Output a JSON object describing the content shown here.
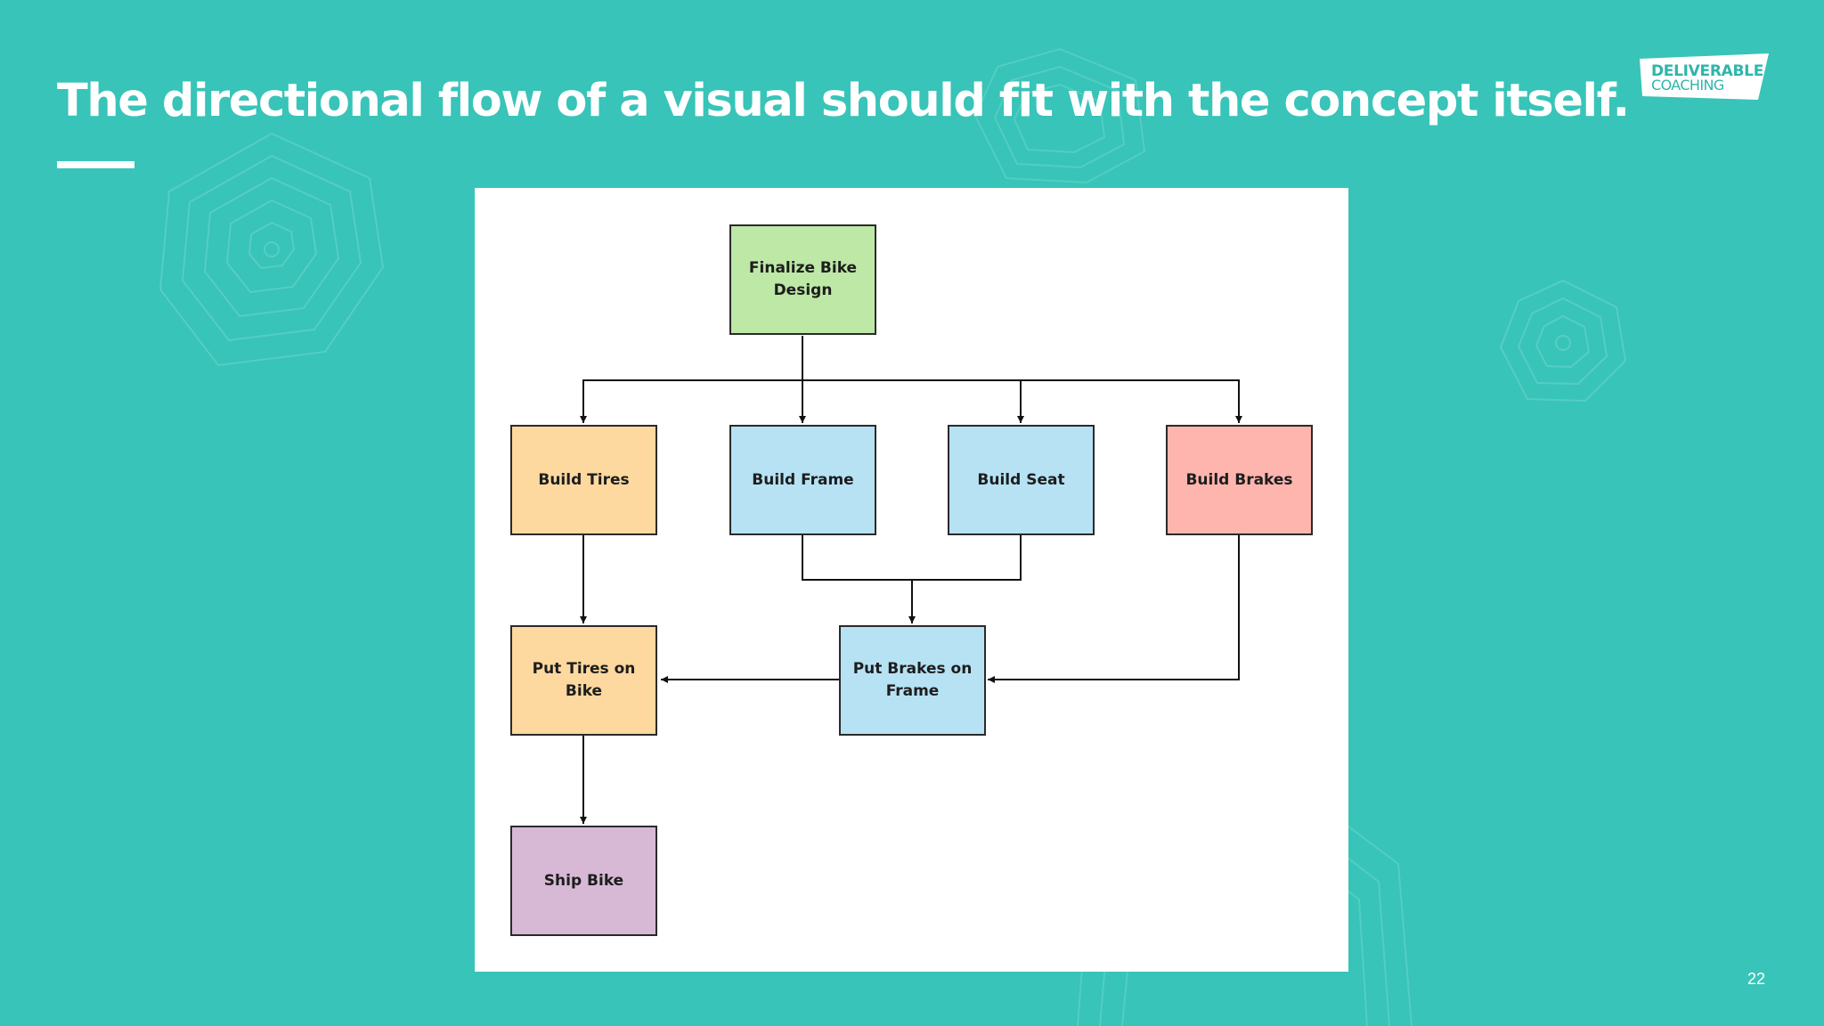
{
  "slide": {
    "title": "The directional flow of a visual should fit with the concept itself.",
    "page_number": "22"
  },
  "logo": {
    "line1": "DELIVERABLE",
    "line2": "COACHING"
  },
  "colors": {
    "background": "#38c4b8",
    "green": "#bde8a6",
    "orange": "#fdd89f",
    "blue": "#b6e2f4",
    "red": "#fdb5ae",
    "purple": "#d7b9d6"
  },
  "diagram": {
    "nodes": [
      {
        "id": "finalize",
        "label": "Finalize Bike Design",
        "color": "green"
      },
      {
        "id": "tires",
        "label": "Build Tires",
        "color": "orange"
      },
      {
        "id": "frame",
        "label": "Build Frame",
        "color": "blue"
      },
      {
        "id": "seat",
        "label": "Build Seat",
        "color": "blue"
      },
      {
        "id": "brakes",
        "label": "Build Brakes",
        "color": "red"
      },
      {
        "id": "put_tires",
        "label": "Put Tires on Bike",
        "color": "orange"
      },
      {
        "id": "put_brakes",
        "label": "Put Brakes on Frame",
        "color": "blue"
      },
      {
        "id": "ship",
        "label": "Ship Bike",
        "color": "purple"
      }
    ],
    "edges": [
      {
        "from": "finalize",
        "to": "tires"
      },
      {
        "from": "finalize",
        "to": "frame"
      },
      {
        "from": "finalize",
        "to": "seat"
      },
      {
        "from": "finalize",
        "to": "brakes"
      },
      {
        "from": "tires",
        "to": "put_tires"
      },
      {
        "from": "frame",
        "to": "put_brakes"
      },
      {
        "from": "seat",
        "to": "put_brakes"
      },
      {
        "from": "brakes",
        "to": "put_brakes"
      },
      {
        "from": "put_brakes",
        "to": "put_tires"
      },
      {
        "from": "put_tires",
        "to": "ship"
      }
    ]
  }
}
